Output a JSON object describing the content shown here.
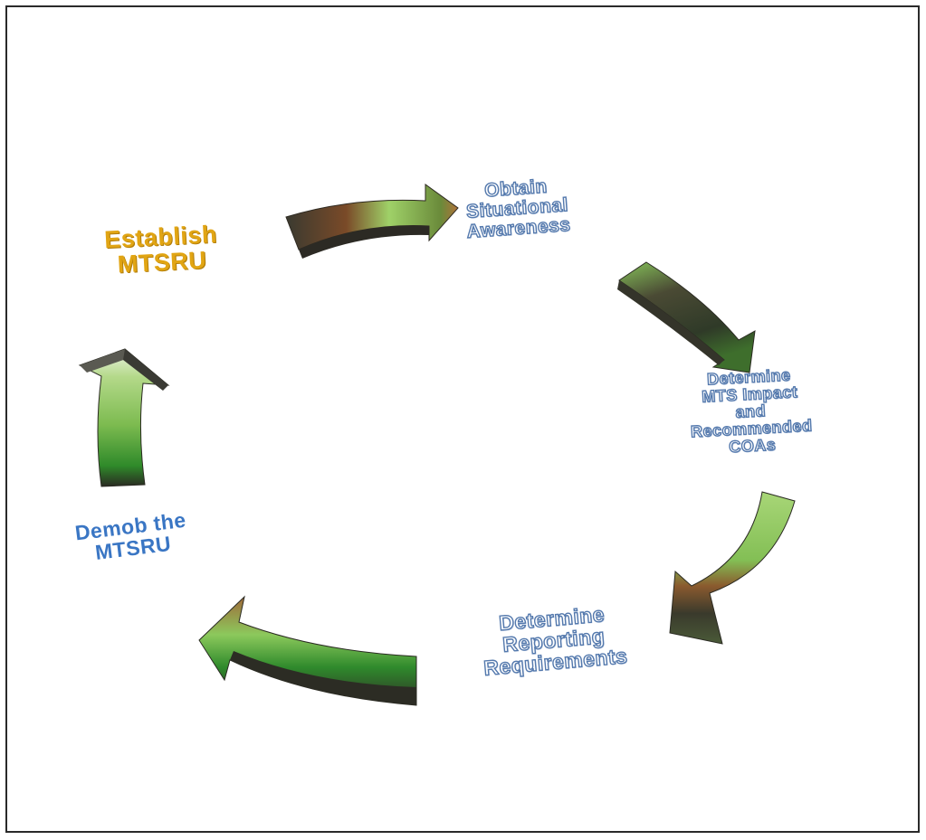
{
  "diagram": {
    "steps": [
      {
        "id": "establish",
        "lines": [
          "Establish",
          "MTSRU"
        ]
      },
      {
        "id": "obtain",
        "lines": [
          "Obtain",
          "Situational",
          "Awareness"
        ]
      },
      {
        "id": "determine-impact",
        "lines": [
          "Determine",
          "MTS Impact",
          "and",
          "Recommended",
          "COAs"
        ]
      },
      {
        "id": "determine-reporting",
        "lines": [
          "Determine",
          "Reporting",
          "Requirements"
        ]
      },
      {
        "id": "demob",
        "lines": [
          "Demob the",
          "MTSRU"
        ]
      }
    ],
    "colors": {
      "establish_text": "#e1a514",
      "demob_text": "#3a76c4",
      "outline_text_stroke": "#5479ad",
      "arrow_green": "#8fc45a",
      "arrow_dark": "#3c3a2c",
      "arrow_brown": "#8a5a2e"
    }
  }
}
